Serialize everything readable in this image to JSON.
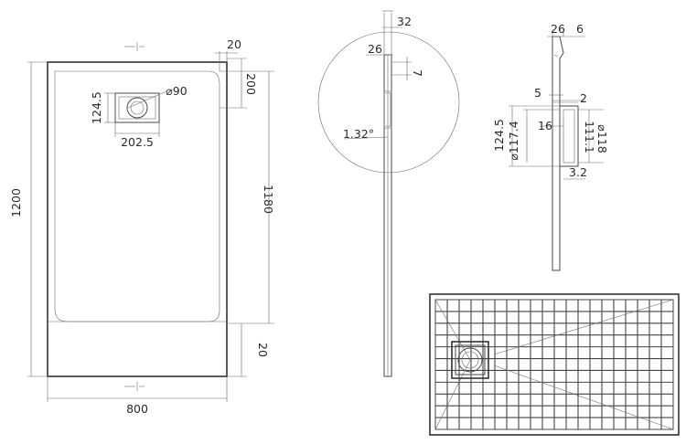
{
  "colors": {
    "line": "#4a4a4a",
    "text": "#2b2b2b",
    "background": "#ffffff"
  },
  "plan_view": {
    "width": "800",
    "height": "1200",
    "inner_height": "1180",
    "drain_offset": "200",
    "rim_top": "20",
    "rim_bottom": "20",
    "drain_width": "202.5",
    "drain_height": "124.5",
    "drain_diameter": "⌀90"
  },
  "side_section": {
    "top_width": "32",
    "inner_width": "26",
    "lip_height": "7",
    "slope_angle": "1.32°"
  },
  "drain_section": {
    "top_width": "26",
    "edge": "6",
    "offset_a": "5",
    "offset_b": "2",
    "height_outer": "124.5",
    "diameter_a": "⌀117.4",
    "inner_16": "16",
    "inner_height": "111.1",
    "diameter_b": "⌀118",
    "base": "3.2"
  },
  "underside_view": {
    "icon": "drain-grate-icon"
  }
}
